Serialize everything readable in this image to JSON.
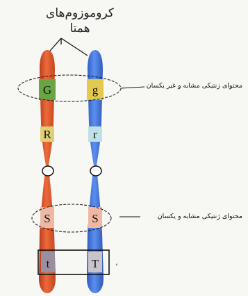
{
  "title_line1": "کروموزوم‌های",
  "title_line2": "همتا",
  "annotations": {
    "different_alleles": "محتوای ژنتیکی مشابه و غیر یکسان",
    "same_alleles": "محتوای ژنتیکی مشابه و یکسان"
  },
  "left_chromosome": {
    "color": "#e0552a",
    "genes": [
      "G",
      "R",
      "S",
      "t"
    ]
  },
  "right_chromosome": {
    "color": "#3d6fd6",
    "genes": [
      "g",
      "r",
      "S",
      "T"
    ]
  },
  "gene_colors": {
    "g_locus": "#6aa544",
    "r_locus": "#e2cf74",
    "s_locus": "#efb8a4",
    "t_locus": "#9a8f9e"
  },
  "stray_mark": "،"
}
